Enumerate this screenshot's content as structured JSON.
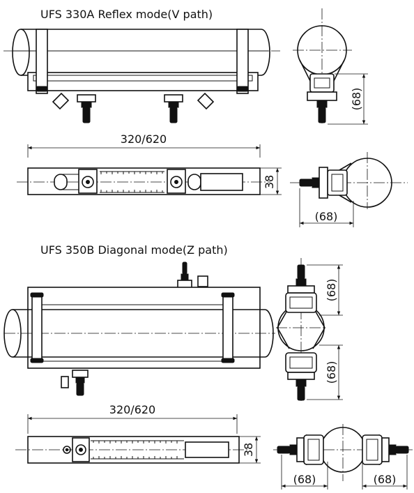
{
  "sections": [
    {
      "title": "UFS 330A Reflex mode(V path)",
      "length_dim": "320/620",
      "width_dim": "38",
      "height_dim": "(68)",
      "clearance_dim": "(68)"
    },
    {
      "title": "UFS 350B Diagonal mode(Z path)",
      "length_dim": "320/620",
      "width_dim": "38",
      "height_dim_top": "(68)",
      "height_dim_bottom": "(68)",
      "clearance_dim_left": "(68)",
      "clearance_dim_right": "(68)"
    }
  ]
}
